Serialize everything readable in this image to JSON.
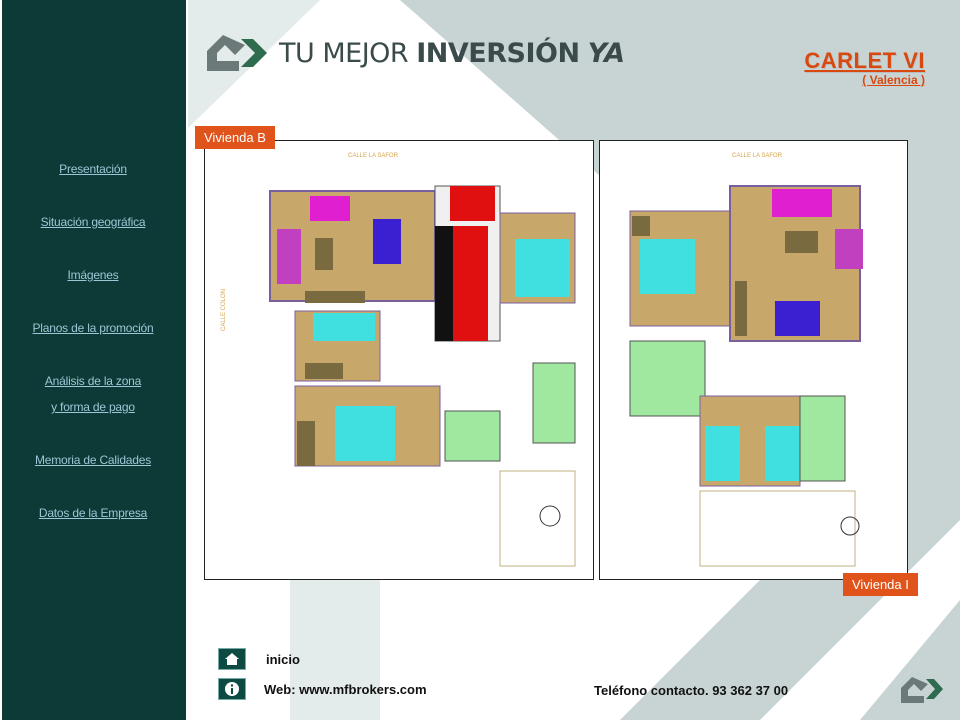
{
  "header": {
    "logo_text_light": "TU MEJOR ",
    "logo_text_bold": "INVERSIÓN",
    "logo_ya": "YA",
    "title": "CARLET VI",
    "subtitle": "( Valencia )"
  },
  "sidebar": {
    "items": [
      {
        "label": "Presentación"
      },
      {
        "label": "Situación geográfica"
      },
      {
        "label": "Imágenes"
      },
      {
        "label": "Planos de la promoción"
      },
      {
        "label": "Análisis de la zona"
      },
      {
        "label": "y  forma de pago"
      },
      {
        "label": "Memoria de Calidades"
      },
      {
        "label": "Datos de la Empresa"
      }
    ]
  },
  "plans": {
    "left_tag": "Vivienda B",
    "right_tag": "Vivienda I",
    "street_label": "CALLE LA SAFOR",
    "side_street_label": "CALLE COLON"
  },
  "footer": {
    "home_label": "inicio",
    "web_label": "Web: www.mfbrokers.com",
    "phone_label": "Teléfono contacto.  93 362 37 00"
  },
  "colors": {
    "sidebar": "#0c3a36",
    "accent": "#d9480f",
    "tag": "#e0541c",
    "link": "#9ec6d6"
  },
  "icons": [
    "home-icon",
    "info-icon",
    "company-logo-icon"
  ]
}
